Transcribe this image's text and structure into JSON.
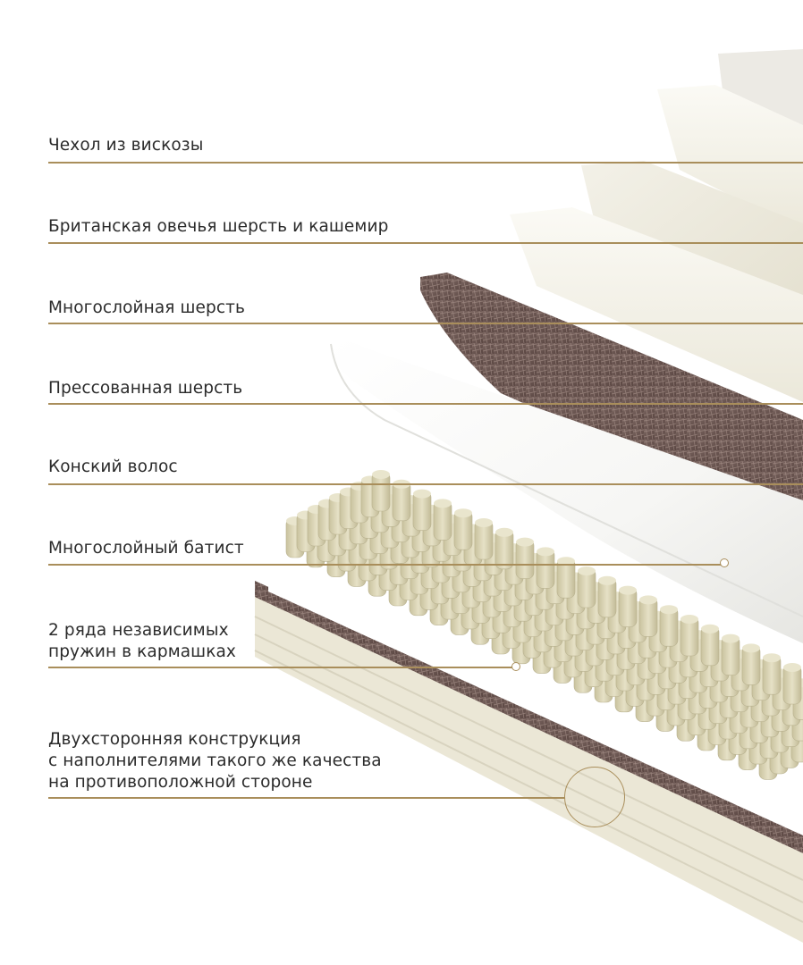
{
  "layers": [
    {
      "id": "cover",
      "label": "Чехол из вискозы"
    },
    {
      "id": "british",
      "label": "Британская овечья шерсть и кашемир"
    },
    {
      "id": "multiwool",
      "label": "Многослойная шерсть"
    },
    {
      "id": "pressed",
      "label": "Прессованная шерсть"
    },
    {
      "id": "horsehair",
      "label": "Конский волос"
    },
    {
      "id": "batiste",
      "label": "Многослойный батист"
    },
    {
      "id": "springs",
      "lines": [
        "2 ряда независимых",
        "пружин в кармашках"
      ]
    },
    {
      "id": "double",
      "lines": [
        "Двухсторонняя конструкция",
        "с наполнителями такого же качества",
        "на противоположной стороне"
      ]
    }
  ],
  "colors": {
    "accent_line": "#a98e5b",
    "text": "#2b2b2b",
    "horsehair": "#6b5550",
    "spring": "#d9d3b5",
    "cream": "#efece0"
  }
}
